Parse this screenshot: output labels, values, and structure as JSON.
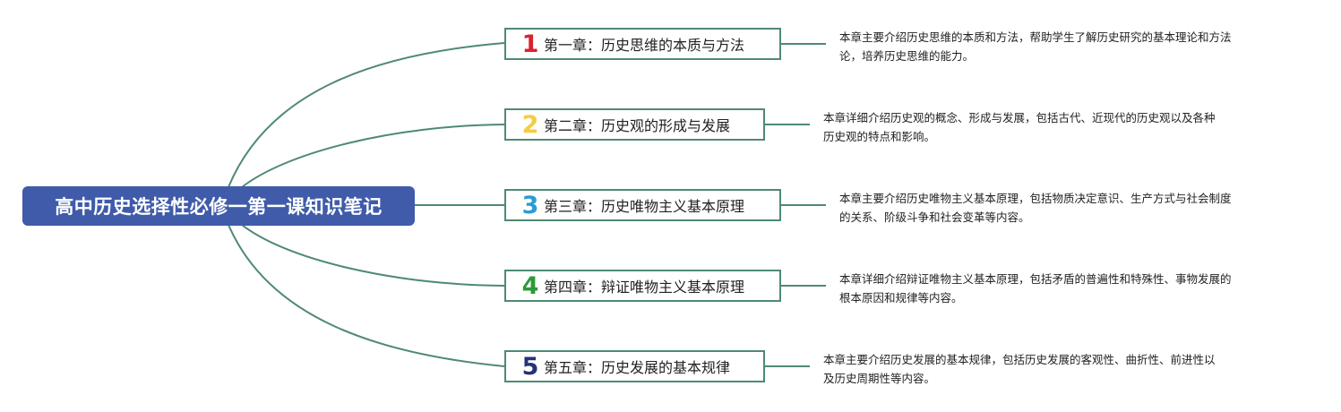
{
  "root": {
    "title": "高中历史选择性必修一第一课知识笔记"
  },
  "colors": {
    "root_fill": "#3f5ba9",
    "connector": "#4e8a72",
    "chapter_numbers": [
      "#d8232f",
      "#f4cc3f",
      "#2c9bd5",
      "#2c9a3a",
      "#253474"
    ]
  },
  "chapters": [
    {
      "number": "1",
      "title": "第一章：历史思维的本质与方法",
      "description": [
        "本章主要介绍历史思维的本质和方法，帮助学生了解历史研究的基本理论和方法",
        "论，培养历史思维的能力。"
      ]
    },
    {
      "number": "2",
      "title": "第二章：历史观的形成与发展",
      "description": [
        "本章详细介绍历史观的概念、形成与发展，包括古代、近现代的历史观以及各种",
        "历史观的特点和影响。"
      ]
    },
    {
      "number": "3",
      "title": "第三章：历史唯物主义基本原理",
      "description": [
        "本章主要介绍历史唯物主义基本原理，包括物质决定意识、生产方式与社会制度",
        "的关系、阶级斗争和社会变革等内容。"
      ]
    },
    {
      "number": "4",
      "title": "第四章：辩证唯物主义基本原理",
      "description": [
        "本章详细介绍辩证唯物主义基本原理，包括矛盾的普遍性和特殊性、事物发展的",
        "根本原因和规律等内容。"
      ]
    },
    {
      "number": "5",
      "title": "第五章：历史发展的基本规律",
      "description": [
        "本章主要介绍历史发展的基本规律，包括历史发展的客观性、曲折性、前进性以",
        "及历史周期性等内容。"
      ]
    }
  ]
}
